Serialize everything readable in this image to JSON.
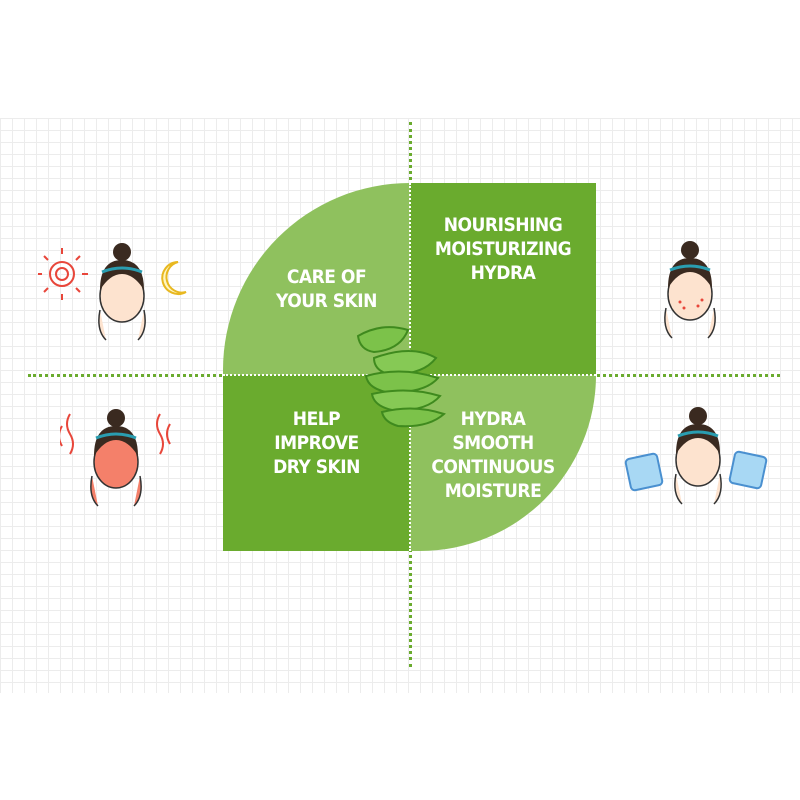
{
  "quadrants": {
    "top_left": [
      "CARE OF",
      "YOUR SKIN"
    ],
    "top_right": [
      "NOURISHING",
      "MOISTURIZING",
      "HYDRA"
    ],
    "bottom_left": [
      "HELP",
      "IMPROVE",
      "DRY SKIN"
    ],
    "bottom_right": [
      "HYDRA",
      "SMOOTH",
      "CONTINUOUS",
      "MOISTURE"
    ]
  },
  "colors": {
    "dark_green": "#6aab2e",
    "light_green": "#8fc15e"
  },
  "icons": [
    "sun-icon",
    "moon-icon",
    "face-day-night",
    "face-acne",
    "face-heat",
    "face-ice-cubes",
    "aloe-slices"
  ]
}
